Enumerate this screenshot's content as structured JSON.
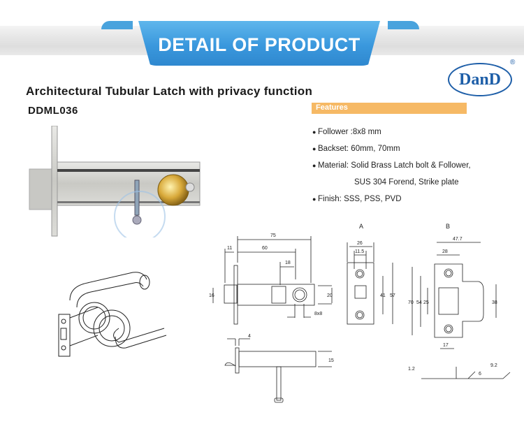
{
  "banner": {
    "title": "DETAIL OF PRODUCT",
    "color": "#3a98dd"
  },
  "logo": {
    "text": "DanD",
    "registered": "®",
    "color": "#1d5ea8"
  },
  "product": {
    "title": "Architectural Tubular Latch with privacy function",
    "model": "DDML036"
  },
  "features": {
    "header": "Features",
    "header_color": "#f6b965",
    "items": [
      {
        "bullet": "●",
        "text": "Follower :8x8 mm"
      },
      {
        "bullet": "●",
        "text": "Backset: 60mm, 70mm"
      },
      {
        "bullet": "●",
        "text": "Material: Solid Brass Latch bolt & Follower,"
      },
      {
        "bullet": "",
        "text": "SUS 304 Forend, Strike plate"
      },
      {
        "bullet": "●",
        "text": "Finish: SSS, PSS, PVD"
      }
    ]
  },
  "drawings": {
    "latch_side": {
      "d75": "75",
      "d11": "11",
      "d60": "60",
      "d18": "18",
      "d16": "16",
      "d20": "20",
      "d8x8": "8x8"
    },
    "latch_top": {
      "d4": "4",
      "d15": "15"
    },
    "strike_a": {
      "label": "A",
      "d26": "26",
      "d11_5": "11.5",
      "d41": "41",
      "d57": "57"
    },
    "strike_b": {
      "label": "B",
      "d47_7": "47.7",
      "d28": "28",
      "d70": "70",
      "d54": "54",
      "d25": "25",
      "d38": "38",
      "d17": "17",
      "d1_2": "1.2",
      "d9_2": "9.2",
      "d6": "6"
    }
  }
}
